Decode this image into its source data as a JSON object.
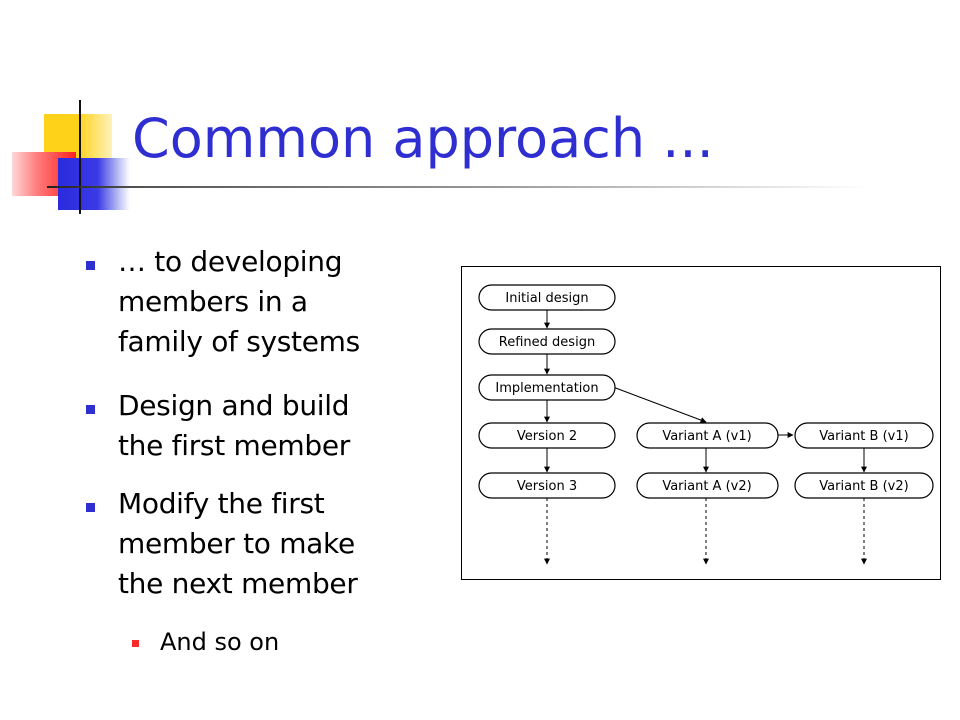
{
  "slide": {
    "title": "Common approach ...",
    "bullets": [
      {
        "lines": [
          "… to developing",
          "members in a",
          "family of systems"
        ]
      },
      {
        "lines": [
          "Design and build",
          "the first member"
        ]
      },
      {
        "lines": [
          "Modify the first",
          "member to make",
          "the next member"
        ]
      }
    ],
    "sub_bullet": "And so on"
  },
  "diagram": {
    "nodes": {
      "initial_design": "Initial design",
      "refined_design": "Refined design",
      "implementation": "Implementation",
      "version_2": "Version 2",
      "version_3": "Version 3",
      "variant_a_v1": "Variant A (v1)",
      "variant_a_v2": "Variant A (v2)",
      "variant_b_v1": "Variant B (v1)",
      "variant_b_v2": "Variant B (v2)"
    }
  },
  "colors": {
    "title": "#2e2ed1",
    "bullet_marker": "#2e2ed1",
    "sub_bullet_marker": "#ff2a2a",
    "accent_yellow": "#ffd21a",
    "accent_red": "#ff2020"
  }
}
